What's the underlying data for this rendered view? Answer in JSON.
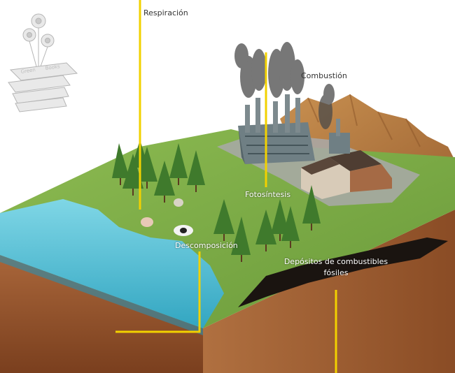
{
  "labels": {
    "respiracion": "Respiración",
    "combustion": "Combustión",
    "fotosintesis": "Fotosíntesis",
    "descomposicion": "Descomposición",
    "depositos_line1": "Depósitos de combustibles",
    "depositos_line2": "fósiles"
  },
  "logo": {
    "text": "Green Books"
  },
  "colors": {
    "leader_line": "#f2d100",
    "water": "#5bc6e0",
    "grass": "#7fae45",
    "soil": "#9a5a2c",
    "fossil_fuel": "#1a1410",
    "mountain": "#b57a3c",
    "smoke": "#4a4a4a"
  }
}
